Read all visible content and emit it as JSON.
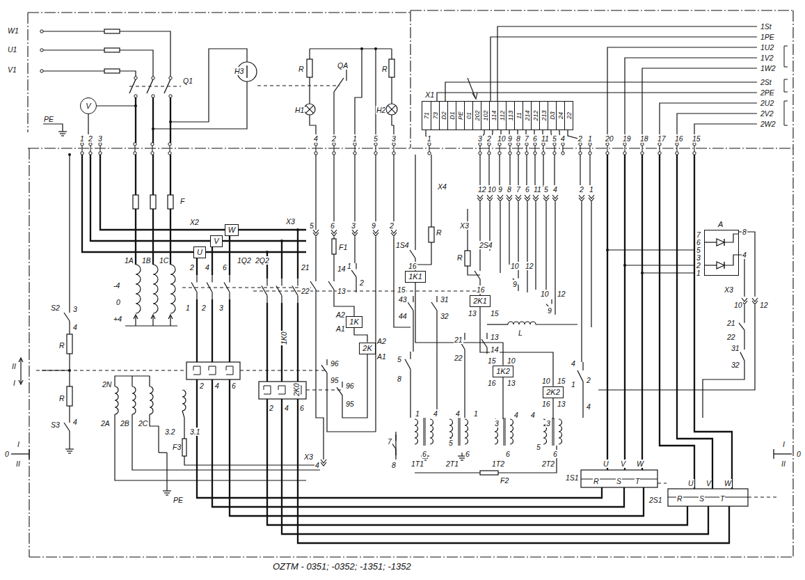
{
  "diagram": {
    "caption": "OZTM - 0351; -0352; -1351; -1352",
    "nodes": [
      {
        "text": [
          "V"
        ]
      },
      {
        "text": [
          "U"
        ]
      },
      {
        "text": [
          "V"
        ]
      },
      {
        "text": [
          "W"
        ]
      },
      {
        "text": [
          "1K"
        ]
      },
      {
        "text": [
          "2K"
        ]
      },
      {
        "text": [
          "1K1"
        ]
      },
      {
        "text": [
          "2K1"
        ]
      },
      {
        "text": [
          "1K2"
        ]
      },
      {
        "text": [
          "2K2"
        ]
      },
      {
        "text": [
          "A"
        ]
      },
      {
        "text": [
          "X1",
          "71",
          "73",
          "D2",
          "D1",
          "PE",
          "01",
          "202",
          "102",
          "114",
          "112",
          "113",
          "11",
          "214",
          "212",
          "213",
          "D3",
          "24",
          "22"
        ]
      }
    ],
    "edges": [
      {
        "from": 4,
        "to": 5,
        "arrow": "none"
      },
      {
        "from": 6,
        "to": 8,
        "arrow": "none"
      },
      {
        "from": 7,
        "to": 9,
        "arrow": "none"
      }
    ],
    "labels": [
      "W1",
      "U1",
      "V1",
      "PE",
      "Q1",
      "H3",
      "R",
      "QA",
      "R",
      "H1",
      "H2",
      "1",
      "2",
      "3",
      "4",
      "2",
      "1",
      "5",
      "3",
      "1",
      "3",
      "2",
      "10",
      "9",
      "8",
      "7",
      "6",
      "11",
      "5",
      "4",
      "2",
      "1",
      "20",
      "19",
      "18",
      "17",
      "16",
      "15",
      "1St",
      "1PE",
      "1U2",
      "1V2",
      "1W2",
      "2St",
      "2PE",
      "2U2",
      "2V2",
      "2W2",
      "X4",
      "12",
      "10",
      "9",
      "8",
      "7",
      "6",
      "11",
      "5",
      "4",
      "2",
      "1",
      "X3",
      "5",
      "6",
      "3",
      "9",
      "2",
      "X3",
      "F",
      "F1",
      "X2",
      "1A",
      "1B",
      "1C",
      "-4",
      "0",
      "+4",
      "2",
      "4",
      "6",
      "1Q2",
      "2Q2",
      "1",
      "2",
      "3",
      "1K0",
      "2",
      "4",
      "6",
      "2K0",
      "2",
      "4",
      "6",
      "21",
      "22",
      "14",
      "13",
      "1",
      "2",
      "A2",
      "A1",
      "A2",
      "A1",
      "96",
      "95",
      "96",
      "95",
      "1S4",
      "R",
      "16",
      "15",
      "43",
      "44",
      "31",
      "32",
      "5",
      "8",
      "7",
      "8",
      "2S4",
      "R",
      "16",
      "13",
      "15",
      "21",
      "22",
      "13",
      "14",
      "L",
      "15",
      "10",
      "16",
      "13",
      "10",
      "15",
      "16",
      "13",
      "4",
      "1",
      "2",
      "4",
      "10",
      "12",
      "9",
      "10",
      "12",
      "9",
      "1T1",
      "2T1",
      "1T2",
      "2T2",
      "1",
      "4",
      "4",
      "1",
      "6",
      "5",
      "6",
      "3",
      "4",
      "4",
      "6",
      "5",
      "3",
      "6",
      "F2",
      "F3",
      "3.1",
      "3.2",
      "PE",
      "X3",
      "4",
      "2N",
      "2A",
      "2B",
      "2C",
      "S2",
      "3",
      "4",
      "R",
      "II",
      "I",
      "R",
      "S3",
      "4",
      "0",
      "I",
      "II",
      "I",
      "0",
      "II",
      "1S1",
      "R",
      "S",
      "T",
      "U",
      "V",
      "W",
      "2S1",
      "R",
      "S",
      "T",
      "U",
      "V",
      "W",
      "7",
      "6",
      "5",
      "3",
      "2",
      "1",
      "8",
      "4",
      "X3",
      "10",
      "12",
      "21",
      "22",
      "31",
      "32"
    ]
  }
}
